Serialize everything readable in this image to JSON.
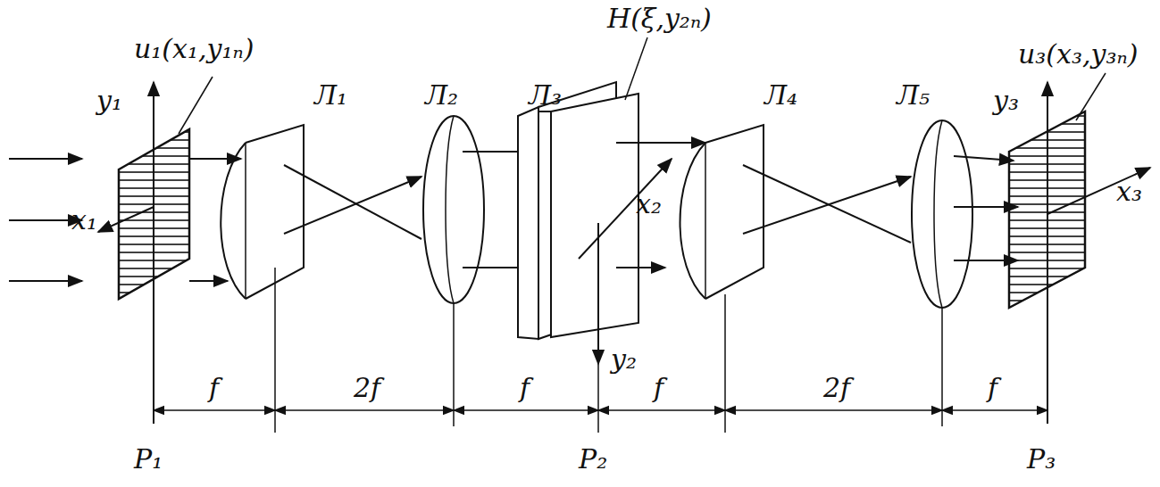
{
  "diagram": {
    "labels": [
      "u₁(x₁,y₁ₙ)",
      "y₁",
      "x₁",
      "Л₁",
      "Л₂",
      "Л₃",
      "H(ξ,y₂ₙ)",
      "x₂",
      "y₂",
      "Л₄",
      "Л₅",
      "u₃(x₃,y₃ₙ)",
      "y₃",
      "x₃",
      "f",
      "2f",
      "f",
      "f",
      "2f",
      "f",
      "P₁",
      "P₂",
      "P₃"
    ]
  }
}
